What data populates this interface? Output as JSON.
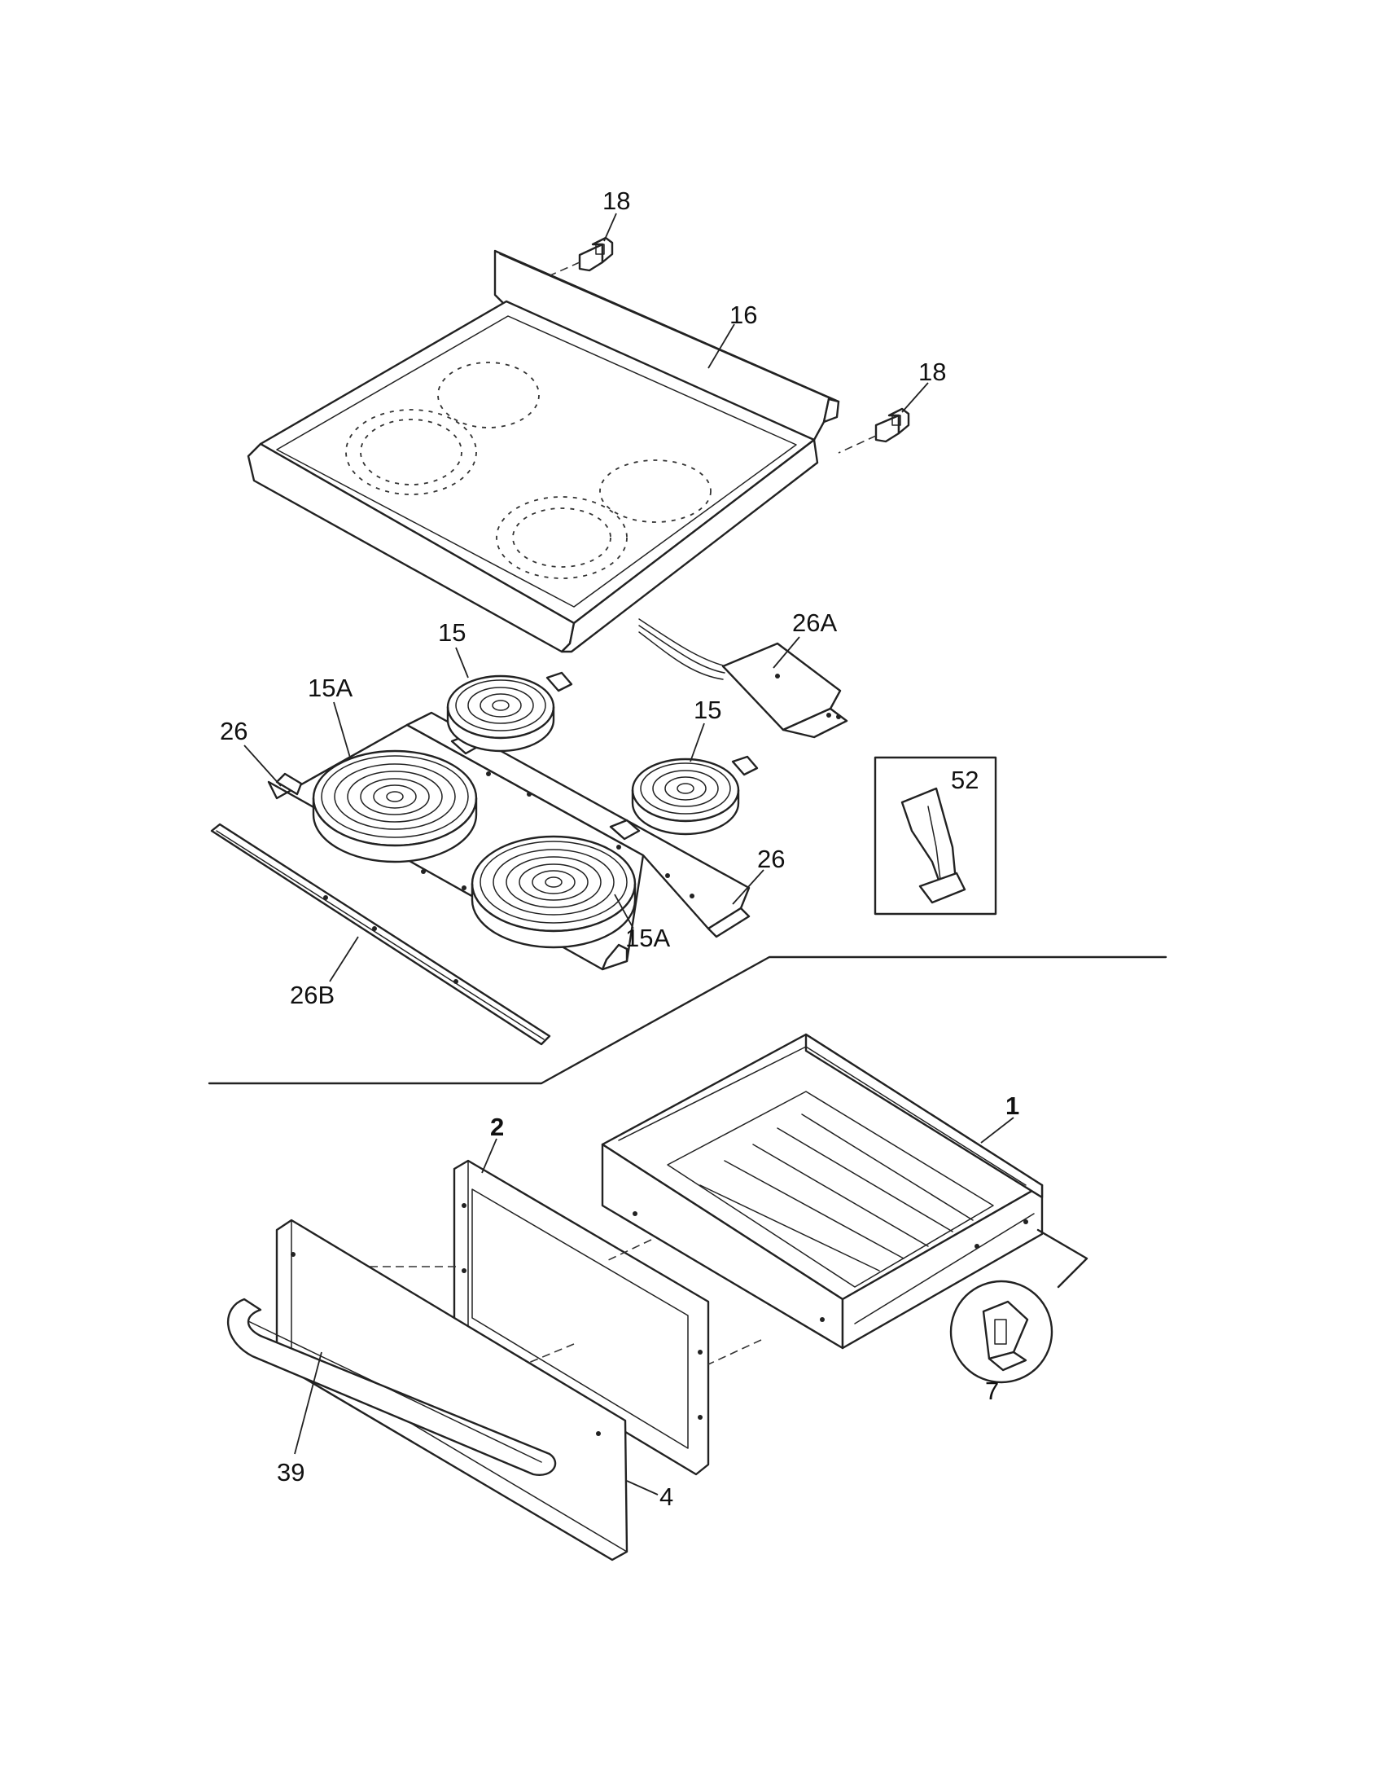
{
  "callouts": {
    "bracket_top": "18",
    "cooktop": "16",
    "bracket_right": "18",
    "harness": "26A",
    "small_element_rear": "15",
    "large_element_rear": "15A",
    "bracket_left": "26",
    "small_element_front": "15",
    "insert_part": "52",
    "bracket_right_lower": "26",
    "large_element_front": "15A",
    "trim_strip": "26B",
    "drawer_body": "1",
    "drawer_liner": "2",
    "drawer_clip": "7",
    "handle": "39",
    "drawer_front": "4"
  }
}
